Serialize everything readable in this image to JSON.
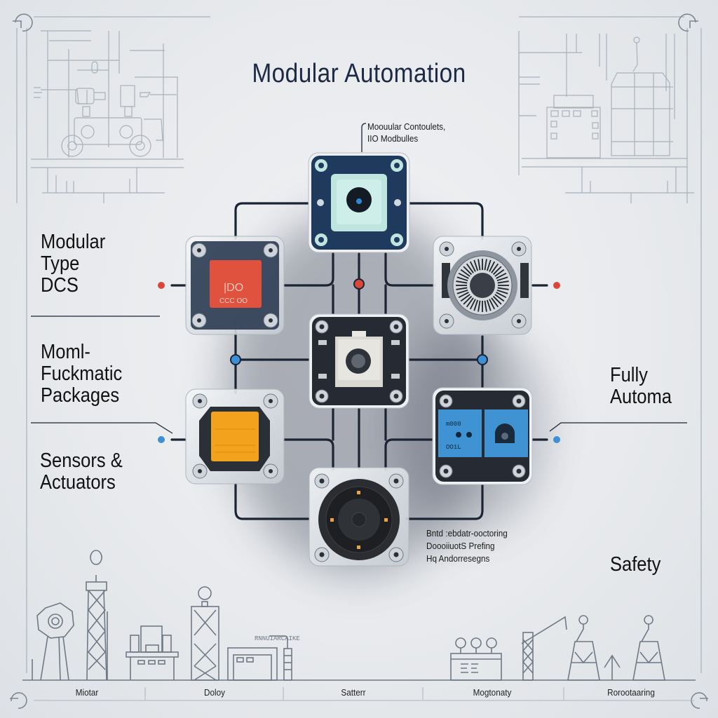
{
  "title": "Modular Automation",
  "callouts": {
    "top": [
      "Moouular Contoulets,",
      "IIO Modbulles"
    ],
    "bottom": [
      "Bntd :ebdatr-ooctoring",
      "DoooiiuotS Prefing",
      "Hq Andorresegns"
    ]
  },
  "left_labels": [
    {
      "lines": [
        "Modular",
        "Type",
        "DCS"
      ]
    },
    {
      "lines": [
        "Moml-",
        "Fuckmatic",
        "Packages"
      ]
    },
    {
      "lines": [
        "Sensors &",
        "Actuators"
      ]
    }
  ],
  "right_labels": [
    {
      "lines": [
        "Fully",
        "Automa"
      ]
    },
    {
      "lines": [
        "Safety"
      ]
    }
  ],
  "modules": [
    {
      "id": "controller",
      "label_text": "",
      "color": "#1f3a5c",
      "accent": "#bfe5df"
    },
    {
      "id": "io-red",
      "label_text": "|DO",
      "sub_text": "CCC OO",
      "color": "#2b3b52",
      "accent": "#e0523e"
    },
    {
      "id": "fan",
      "label_text": "",
      "color": "#b9bfc6",
      "accent": "#d5d8dc"
    },
    {
      "id": "camera",
      "label_text": "",
      "color": "#252a33",
      "accent": "#d9d8d2"
    },
    {
      "id": "io-yellow",
      "label_text": "",
      "color": "#2b2f36",
      "accent": "#f2a21d"
    },
    {
      "id": "io-blue",
      "label_text": "m000",
      "sub_text": "OO1L",
      "color": "#252a33",
      "accent": "#3f93d3"
    },
    {
      "id": "encoder",
      "label_text": "",
      "color": "#c9ced4",
      "accent": "#2b2d31"
    }
  ],
  "bottom_scene": {
    "sign_text": "RNNUIARCAIKE"
  },
  "footer": [
    "Miotar",
    "Doloy",
    "Satterr",
    "Mogtonaty",
    "Rorootaaring"
  ],
  "colors": {
    "red_node": "#d9473a",
    "blue_node": "#3d8fd6",
    "wire": "#1b2433",
    "line_art": "#7a838e"
  }
}
